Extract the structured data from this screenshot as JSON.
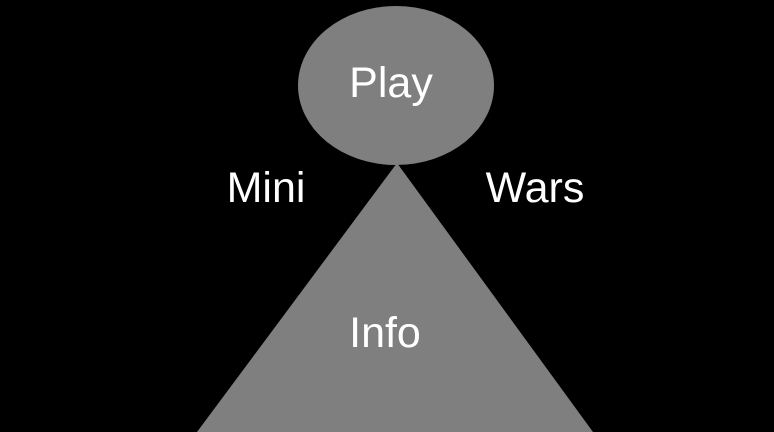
{
  "title": {
    "left": "Mini",
    "right": "Wars"
  },
  "menu": {
    "play_label": "Play",
    "info_label": "Info"
  },
  "colors": {
    "background": "#000000",
    "shape_fill": "#7f7f7f",
    "text": "#ffffff"
  }
}
